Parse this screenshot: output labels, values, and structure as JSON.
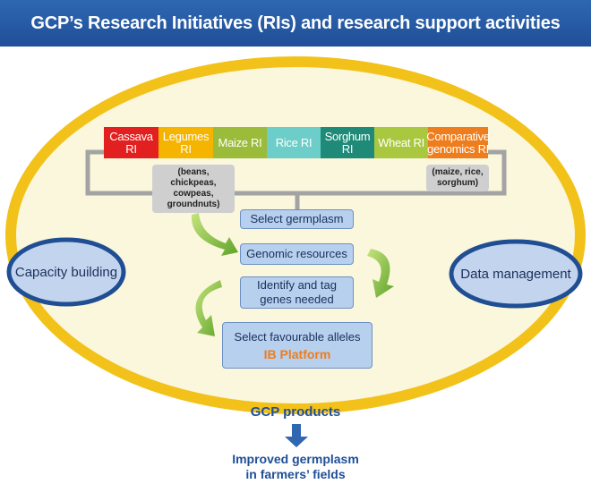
{
  "title": "GCP’s Research Initiatives (RIs) and research support activities",
  "research_initiatives": [
    {
      "label": "Cassava RI",
      "color": "#e2201f"
    },
    {
      "label": "Legumes RI",
      "color": "#f4b400"
    },
    {
      "label": "Maize RI",
      "color": "#9bbb3b"
    },
    {
      "label": "Rice RI",
      "color": "#6dcdc8"
    },
    {
      "label": "Sorghum RI",
      "color": "#1f8a78"
    },
    {
      "label": "Wheat RI",
      "color": "#a9c83f"
    },
    {
      "label": "Comparative genomics RI",
      "color": "#ee7d1d"
    }
  ],
  "notes": {
    "legumes": "(beans, chickpeas, cowpeas, groundnuts)",
    "comparative": "(maize, rice, sorghum)"
  },
  "steps": {
    "select_germplasm": "Select germplasm",
    "genomic_resources": "Genomic resources",
    "identify_tag": "Identify and tag genes needed",
    "select_alleles": "Select favourable alleles",
    "ib_platform": "IB Platform"
  },
  "side_nodes": {
    "capacity_building": "Capacity building",
    "data_management": "Data management"
  },
  "outputs": {
    "gcp_products": "GCP products",
    "improved_germplasm": "Improved germplasm in farmers’ fields"
  },
  "colors": {
    "banner": "#2f67b1",
    "ellipse_fill": "#fbf7dc",
    "ellipse_stroke": "#f2c21b",
    "side_ellipse_fill": "#c3d5ee",
    "side_ellipse_stroke": "#204e93",
    "arrow_green": "#78b72e",
    "ib_platform_text": "#ee7d1d"
  }
}
